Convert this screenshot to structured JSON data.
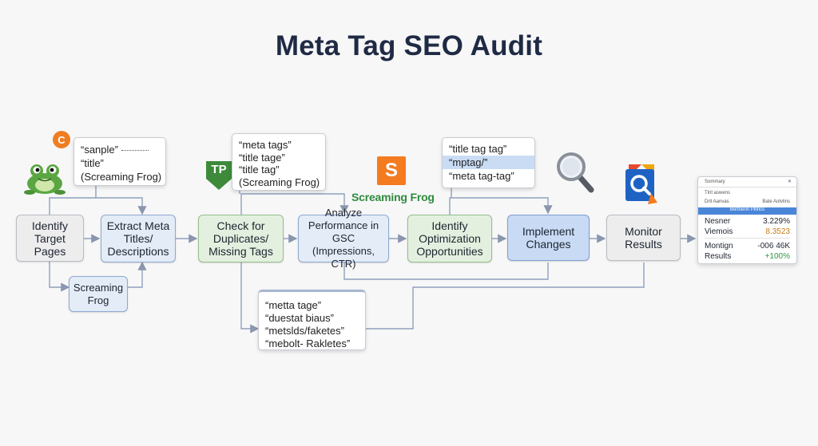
{
  "title": "Meta Tag SEO Audit",
  "steps": {
    "identify": "Identify Target Pages",
    "extract": "Extract Meta Titles/ Descriptions",
    "check": "Check for Duplicates/ Missing Tags",
    "analyze": "Analyze Performance in GSC (Impressions, CTR)",
    "opportunities": "Identify Optimization Opportunities",
    "implement": "Implement Changes",
    "monitor": "Monitor Results"
  },
  "screaming_frog_box": "Screaming Frog",
  "screaming_frog_brand": "Screaming Frog",
  "badges": {
    "c": "C",
    "tp": "TP",
    "s": "S"
  },
  "notes": {
    "extract": [
      "“sanple”",
      "“title”",
      "(Screaming Frog)"
    ],
    "check": [
      "“meta tags”",
      "“title tage”",
      "“title tag”",
      "(Screaming Frog)"
    ],
    "opportunities": [
      "“title tag tag”",
      "“mptag/”",
      "“meta tag-tag”"
    ],
    "bottom": [
      "“metta tage”",
      "“duestat biaus”",
      "“metslds/faketes”",
      "“mebolt- Rakletes”"
    ]
  },
  "dashboard": {
    "header": "Sommary",
    "sub1": "Tlrit aswens",
    "sub2_left": "Drit Aanvas",
    "sub2_right": "Bate Aotvlins",
    "band": "Bertnenn Plllncs",
    "rows": [
      {
        "label": "Nesner",
        "value": "3.229%",
        "color": "#1d2430"
      },
      {
        "label": "Viemois",
        "value": "8.3523",
        "color": "#c87a12"
      },
      {
        "label": "Montign",
        "value": "-006 46K",
        "color": "#1d2430"
      },
      {
        "label": "Results",
        "value": "+100%",
        "color": "#2e9a42"
      }
    ]
  },
  "icons": [
    "frog-icon",
    "magnifier-icon",
    "gsc-icon"
  ]
}
